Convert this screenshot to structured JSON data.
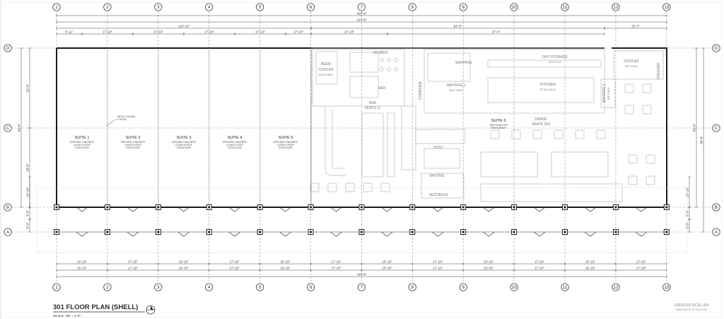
{
  "title": "301 FLOOR PLAN (SHELL)",
  "scale": "SCALE: 1/8\" = 1'-0\"",
  "watermark": [
    "GREATER MCALLEN",
    "ASSOCIATION OF REALTORS"
  ],
  "grid_columns": [
    "1",
    "2",
    "3",
    "4",
    "5",
    "6",
    "7",
    "8",
    "9",
    "10",
    "11",
    "12",
    "13"
  ],
  "grid_rows": [
    "D",
    "C",
    "B",
    "A"
  ],
  "overall_dims": {
    "top_total_1": "318'-8\"",
    "top_total_2": "314'-8\"",
    "left_block": "124'-10\"",
    "right_block_1": "94'-3\"",
    "right_block_2": "22'-3\"",
    "bottom_total": "318'-8\""
  },
  "top_segments": [
    "8'-11\"",
    "17'-10\"",
    "17'-10\"",
    "17'-10\"",
    "17'-10\"",
    "17'-10\"",
    "17'-10\"",
    "47'-4\""
  ],
  "bottom_segments": [
    "15'-10\"",
    "17'-10\"",
    "15'-10\"",
    "17'-10\"",
    "15'-10\"",
    "17'-10\"",
    "15'-10\"",
    "17'-10\"",
    "15'-10\"",
    "17'-10\"",
    "15'-10\"",
    "17'-10\""
  ],
  "bottom_segments_2": [
    "15'-10\"",
    "17'-10\"",
    "15'-10\"",
    "17'-10\"",
    "15'-10\"",
    "17'-10\"",
    "15'-10\"",
    "17'-10\"",
    "15'-10\"",
    "17'-10\"",
    "15'-10\"",
    "17'-10\""
  ],
  "left_dims": [
    "29'-0\"",
    "28'-0\"",
    "15'-10\"",
    "5'-0\"",
    "5'-0\""
  ],
  "left_overall": "60'-0\"",
  "right_dims": [
    "55'-0\"",
    "60'-0\"",
    "15'-10\"",
    "5'-0\"",
    "5'-0\""
  ],
  "suites": [
    {
      "name": "SUITE 1",
      "desc": [
        "EXPOSED CONCRETE",
        "CLEAR & ROOF",
        "STRUCTURE"
      ]
    },
    {
      "name": "SUITE 2",
      "desc": [
        "EXPOSED CONCRETE",
        "CLEAR & ROOF",
        "STRUCTURE"
      ]
    },
    {
      "name": "SUITE 3",
      "desc": [
        "EXPOSED CONCRETE",
        "CLEAR & ROOF",
        "STRUCTURE"
      ]
    },
    {
      "name": "SUITE 4",
      "desc": [
        "EXPOSED CONCRETE",
        "CLEAR & ROOF",
        "STRUCTURE"
      ]
    },
    {
      "name": "SUITE 5",
      "desc": [
        "EXPOSED CONCRETE",
        "CLEAR & ROOF",
        "STRUCTURE"
      ]
    }
  ],
  "suite6": {
    "name": "SUITE 6",
    "desc": [
      "SEE PLANS FOR",
      "RESTAURANT"
    ]
  },
  "metal_column_note": [
    "METAL COLUMN",
    "TYPICAL"
  ],
  "rooms": {
    "women": "WOMEN",
    "men": "MEN",
    "beer_cooler": [
      "BEER",
      "COOLER",
      "10'-0\" X 15'-0\""
    ],
    "bar": [
      "BAR",
      "SEATS 11"
    ],
    "host": "HOST",
    "waiting": "WAITING",
    "vestibule": "VESTIBULE",
    "curbside": "CURBSIDE",
    "washing": "WASHING",
    "waiters1": [
      "WAITERS 1",
      "16'-3\" X 9'-2\""
    ],
    "dry_storage": [
      "DRY STORAGE",
      "10'-3\" X 7'-0\""
    ],
    "kitchen": [
      "KITCHEN",
      "37'-11\" X 11'-4\""
    ],
    "waiters2": [
      "WAITERS 2",
      "9'-6\" X 12'-9\""
    ],
    "cooler": [
      "COOLER",
      "13'-7\" X 9'-4\""
    ],
    "freezer": "FREEZER",
    "dining": [
      "DINING",
      "SEATS 164"
    ]
  }
}
